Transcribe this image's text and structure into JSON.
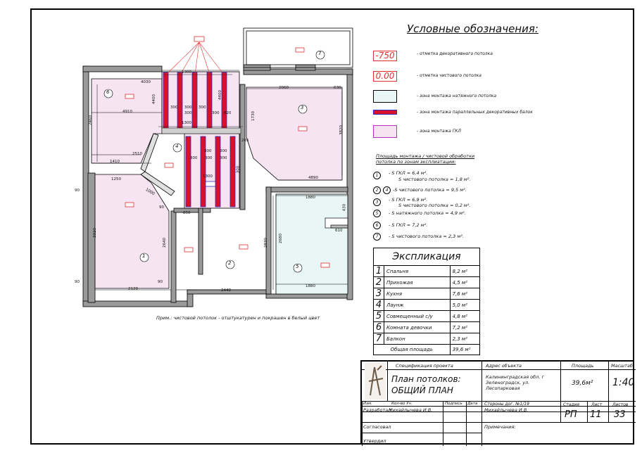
{
  "legend": {
    "title": "Условные обозначения:",
    "items": [
      {
        "symbol": "-750",
        "text": "- отметка декоративного потолка",
        "color": "#e03030"
      },
      {
        "symbol": "0.00",
        "text": "- отметка чистового потолка",
        "color": "#e03030"
      },
      {
        "text": "- зона монтажа натяжного потолка",
        "color": "#e8f6f6"
      },
      {
        "text": "- зона монтажа параллельных декоративных балок",
        "color": "#d8102a"
      },
      {
        "text": "- зона монтажа ГКЛ",
        "color": "#f7e4f3"
      }
    ]
  },
  "areas": {
    "heading": "Площадь монтажа / чистовой обработки потолка по зонам эксплиатации:",
    "rows": [
      {
        "zone": "1",
        "text": "-    S ГКЛ = 6,4 м².",
        "text2": "S чистового потолка = 1,8 м²."
      },
      {
        "zone": "2",
        "zone2": "4",
        "text": "-S чистового потолка = 9,5 м²."
      },
      {
        "zone": "3",
        "text": "-    S ГКЛ = 6,9 м².",
        "text2": "S чистового потолка = 0,2 м²."
      },
      {
        "zone": "5",
        "text": "-    S натяжного потолка = 4,9 м²."
      },
      {
        "zone": "6",
        "text": "-    S ГКЛ = 7,2 м²."
      },
      {
        "zone": "7",
        "text": "-    S чистового потолка = 2,3 м²."
      }
    ]
  },
  "explication": {
    "title": "Экспликация",
    "rows": [
      {
        "n": "1",
        "name": "Спальня",
        "area": "8,2 м²"
      },
      {
        "n": "2",
        "name": "Прихожая",
        "area": "4,5 м²"
      },
      {
        "n": "3",
        "name": "Кухня",
        "area": "7,6 м²"
      },
      {
        "n": "4",
        "name": "Лаунж",
        "area": "5,0 м²"
      },
      {
        "n": "5",
        "name": "Совмещенный с/у",
        "area": "4,8 м²"
      },
      {
        "n": "6",
        "name": "Комната девочки",
        "area": "7,2 м²"
      },
      {
        "n": "7",
        "name": "Балкон",
        "area": "2,3 м²"
      }
    ],
    "total_label": "Общая площадь",
    "total": "39,6 м²"
  },
  "plan": {
    "note": "Прим.: чистовой потолок - отштукатурен и покрашен в белый цвет",
    "room_numbers": [
      "1",
      "2",
      "3",
      "4",
      "5",
      "6",
      "7"
    ],
    "dims": [
      "1300",
      "4030",
      "4400",
      "4910",
      "2460",
      "2510",
      "1410",
      "1250",
      "1000",
      "90",
      "3320",
      "2640",
      "2120",
      "90",
      "850",
      "2440",
      "2830",
      "2680",
      "1880",
      "1880",
      "4890",
      "2060",
      "630",
      "3820",
      "1730",
      "820",
      "205",
      "300",
      "300",
      "300",
      "300",
      "300",
      "1300",
      "4400",
      "1300",
      "300",
      "300",
      "300",
      "300",
      "300",
      "300",
      "610",
      "430",
      "90",
      "90"
    ]
  },
  "stamp": {
    "spec_label": "Спецификация проекта",
    "address_label": "Адрес объекта",
    "area_label": "Площадь",
    "scale_label": "Масштаб",
    "title": "План потолков:",
    "subtitle": "ОБЩИЙ ПЛАН",
    "address": "Калининградская обл. г Зеленоградск, ул. Лесопарковая",
    "area": "39,6м²",
    "scale": "1:40",
    "col_izm": "Изм.",
    "col_kol": "Кол-во Уч.",
    "col_podp": "Подпись",
    "col_data": "Дата",
    "storony": "Стороны дог. №1/19",
    "stage_label": "Стадия",
    "sheet_label": "Лист",
    "sheets_label": "Листов",
    "razrab_label": "Разработал",
    "razrab_name": "Михайлычева И.В.",
    "client_name": "Михайлычева И.В.",
    "stage": "РП",
    "sheet": "11",
    "sheets": "33",
    "soglas_label": "Согласовал",
    "utverd_label": "Утвердил",
    "remarks_label": "Примечания:"
  }
}
